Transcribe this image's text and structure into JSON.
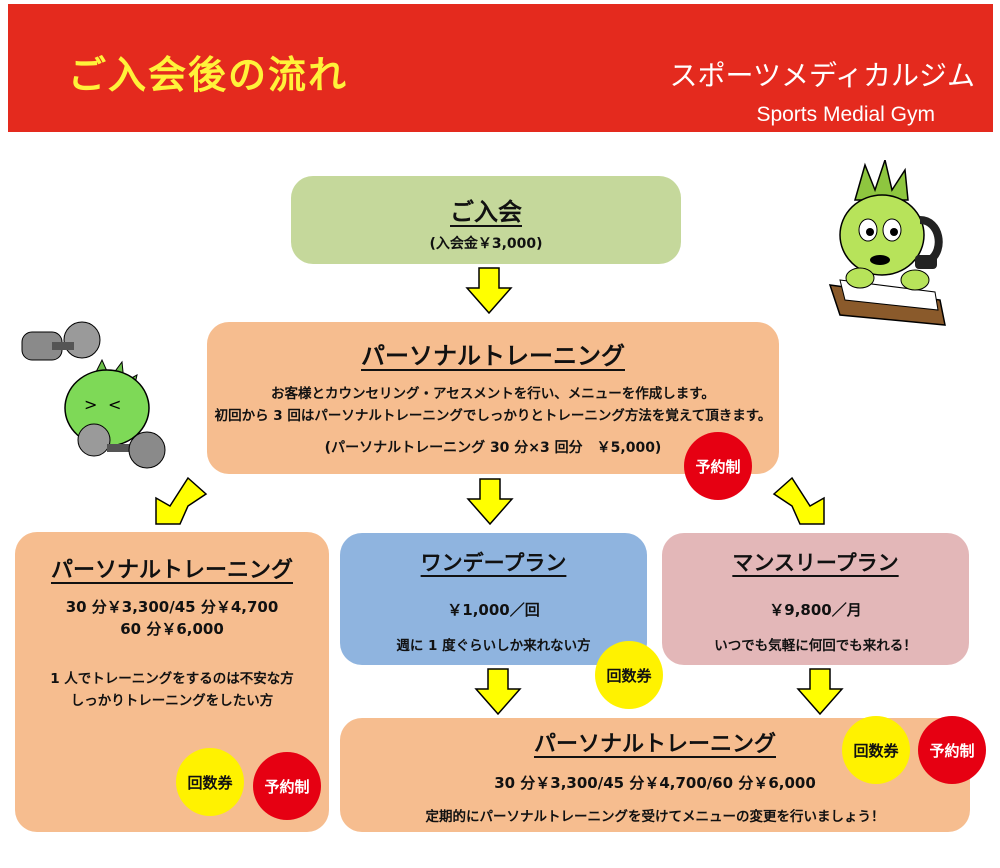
{
  "header": {
    "title": "ご入会後の流れ",
    "gym_name_jp": "スポーツメディカルジム",
    "gym_name_en": "Sports Medial Gym"
  },
  "join": {
    "title": "ご入会",
    "fee": "(入会金￥3,000)"
  },
  "intro_training": {
    "title": "パーソナルトレーニング",
    "line1": "お客様とカウンセリング・アセスメントを行い、メニューを作成します。",
    "line2": "初回から 3 回はパーソナルトレーニングでしっかりとトレーニング方法を覚えて頂きます。",
    "price": "(パーソナルトレーニング 30 分×3 回分　￥5,000)",
    "badge": "予約制"
  },
  "personal_plan": {
    "title": "パーソナルトレーニング",
    "price_line1": "30 分￥3,300/45 分￥4,700",
    "price_line2": "60 分￥6,000",
    "desc_line1": "1 人でトレーニングをするのは不安な方",
    "desc_line2": "しっかりトレーニングをしたい方",
    "badge_ticket": "回数券",
    "badge_reserve": "予約制"
  },
  "oneday_plan": {
    "title": "ワンデープラン",
    "price": "￥1,000／回",
    "desc": "週に 1 度ぐらいしか来れない方",
    "badge_ticket": "回数券"
  },
  "monthly_plan": {
    "title": "マンスリープラン",
    "price": "￥9,800／月",
    "desc": "いつでも気軽に何回でも来れる！"
  },
  "continued_training": {
    "title": "パーソナルトレーニング",
    "price": "30 分￥3,300/45 分￥4,700/60 分￥6,000",
    "desc": "定期的にパーソナルトレーニングを受けてメニューの変更を行いましょう！",
    "badge_ticket": "回数券",
    "badge_reserve": "予約制"
  },
  "colors": {
    "banner": "#e42a1e",
    "banner_title": "#fff23a",
    "green_box": "#c5d89b",
    "peach_box": "#f6bd8f",
    "blue_box": "#8fb4df",
    "pink_box": "#e3b7b8",
    "arrow": "#ffff00",
    "badge_red": "#e60012",
    "badge_yellow": "#fff200"
  },
  "icons": [
    "down-arrow-icon",
    "mascot-phone-icon",
    "mascot-dumbbell-icon"
  ]
}
